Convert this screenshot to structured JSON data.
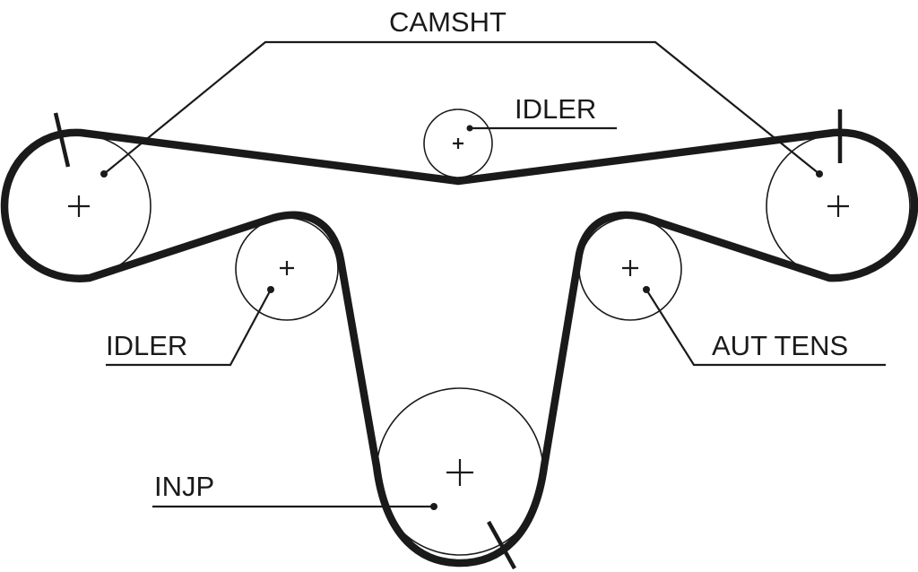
{
  "labels": {
    "camshaft": "CAMSHT",
    "idler_top": "IDLER",
    "idler_left": "IDLER",
    "auto_tensioner": "AUT TENS",
    "injection_pump": "INJP"
  },
  "colors": {
    "line": "#1a1a1a",
    "background": "#ffffff"
  }
}
